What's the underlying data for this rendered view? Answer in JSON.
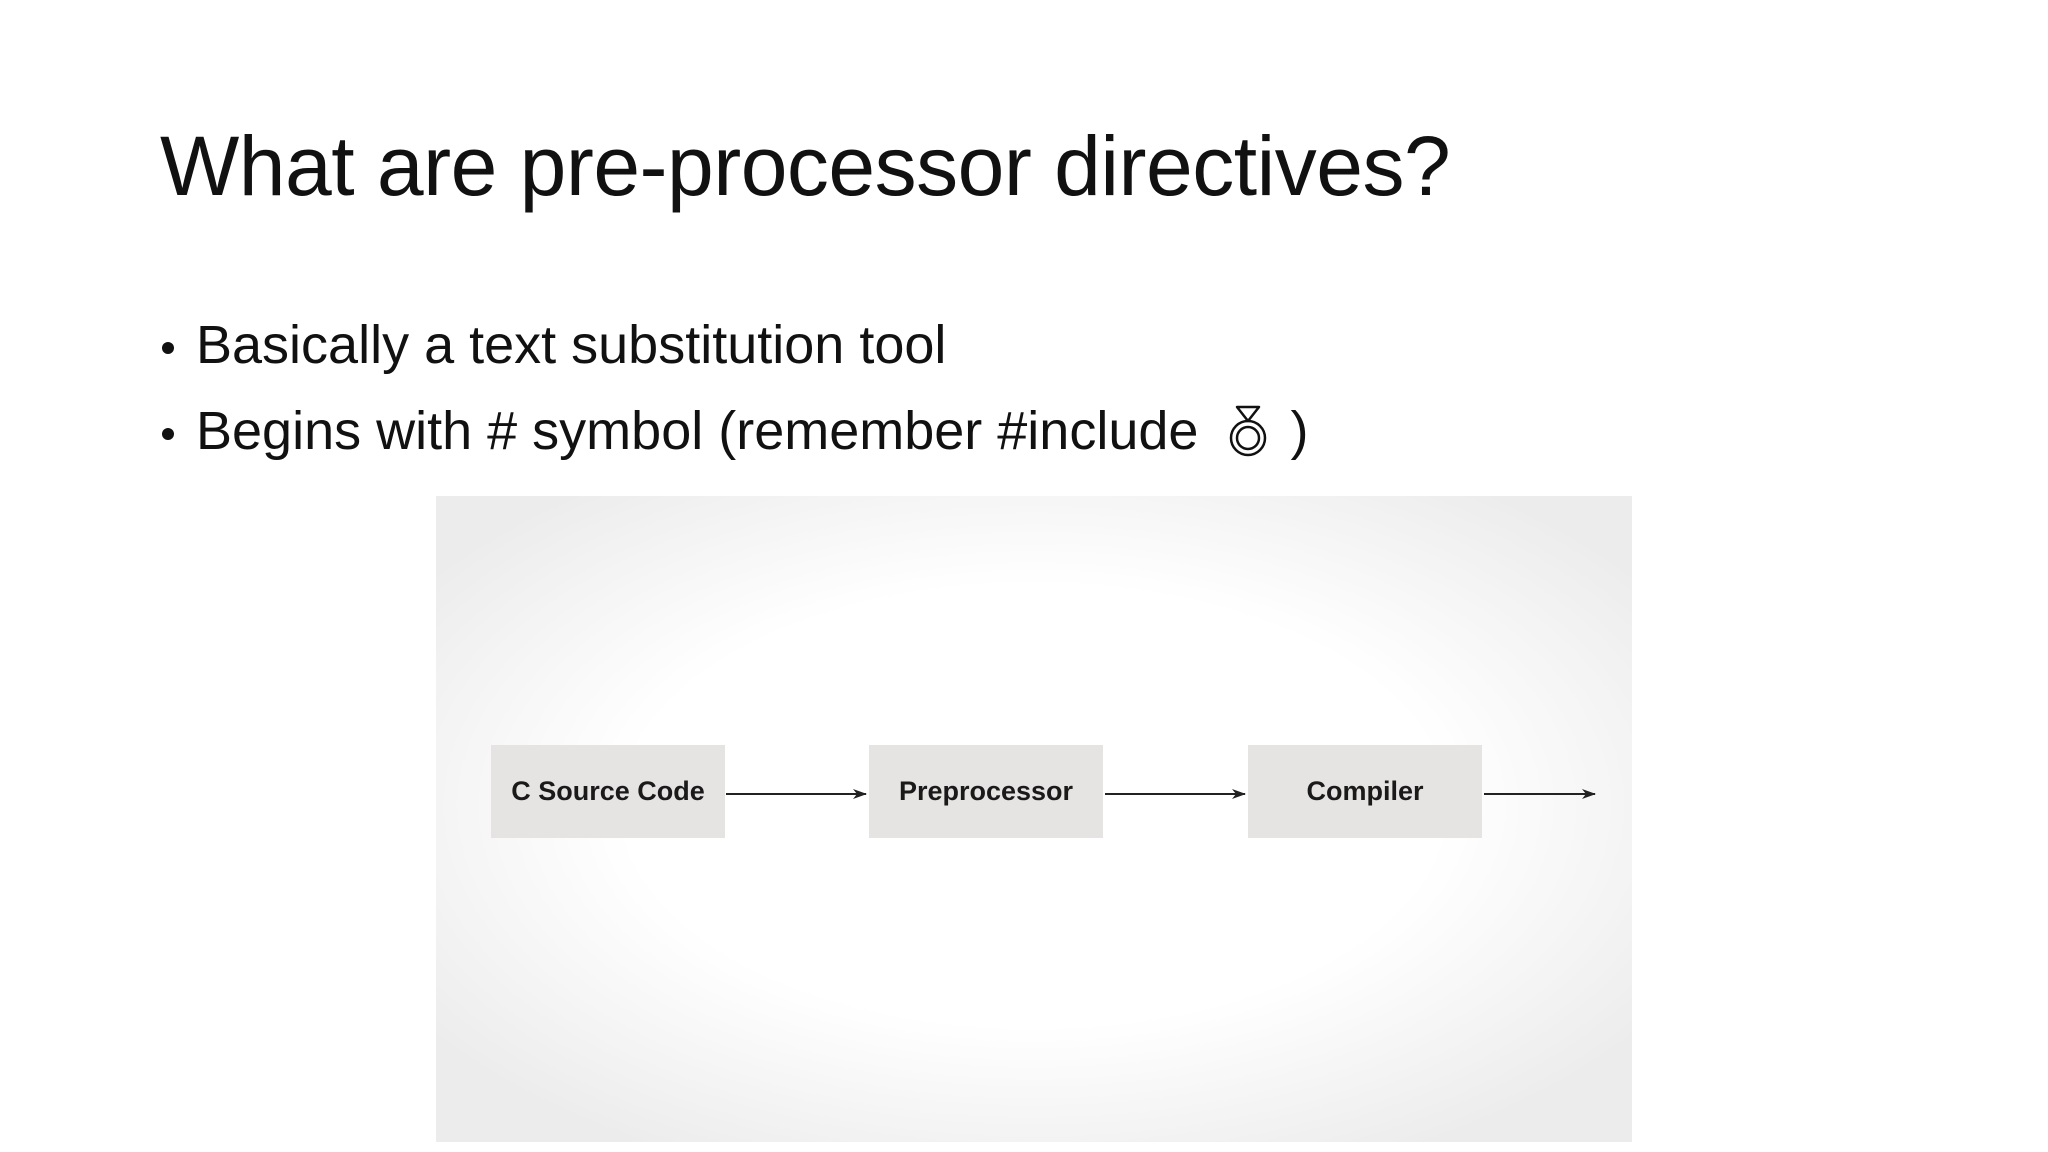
{
  "slide": {
    "title": "What are pre-processor directives?",
    "bullets": [
      {
        "text": "Basically a text substitution tool"
      },
      {
        "text_before_icon": "Begins with # symbol (remember #include",
        "icon": "ring-icon",
        "text_after_icon": ")"
      }
    ]
  },
  "diagram": {
    "nodes": [
      {
        "label": "C Source Code"
      },
      {
        "label": "Preprocessor"
      },
      {
        "label": "Compiler"
      }
    ],
    "edges": [
      {
        "from": "C Source Code",
        "to": "Preprocessor"
      },
      {
        "from": "Preprocessor",
        "to": "Compiler"
      },
      {
        "from": "Compiler",
        "to": ""
      }
    ]
  },
  "colors": {
    "text": "#111111",
    "box_fill": "#e6e4e3",
    "arrow": "#222222"
  }
}
